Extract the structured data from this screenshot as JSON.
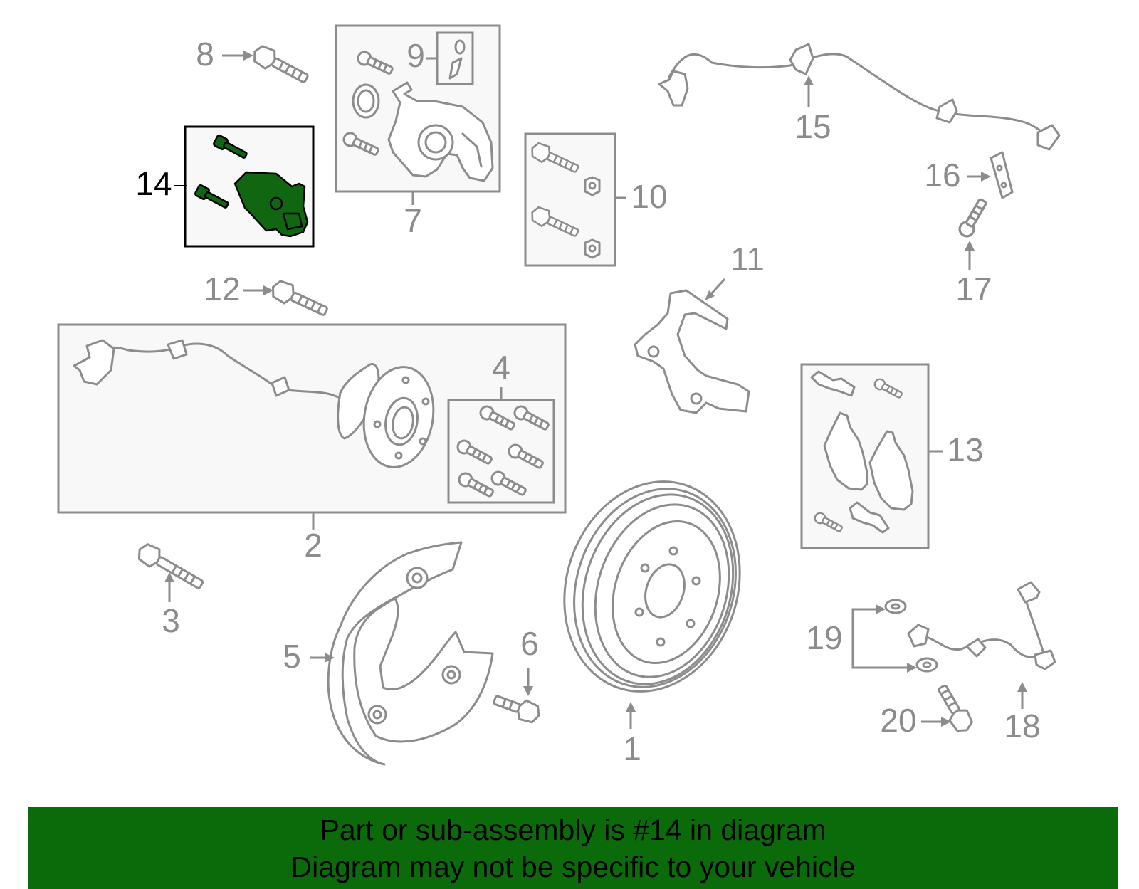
{
  "highlight_color": "#116611",
  "banner": {
    "color": "#0b6b0b",
    "line1": "Part or sub-assembly is #14 in diagram",
    "line2": "Diagram may not be specific to your vehicle"
  },
  "callouts": {
    "c1": "1",
    "c2": "2",
    "c3": "3",
    "c4": "4",
    "c5": "5",
    "c6": "6",
    "c7": "7",
    "c8": "8",
    "c9": "9",
    "c10": "10",
    "c11": "11",
    "c12": "12",
    "c13": "13",
    "c14": "14",
    "c15": "15",
    "c16": "16",
    "c17": "17",
    "c18": "18",
    "c19": "19",
    "c20": "20"
  }
}
